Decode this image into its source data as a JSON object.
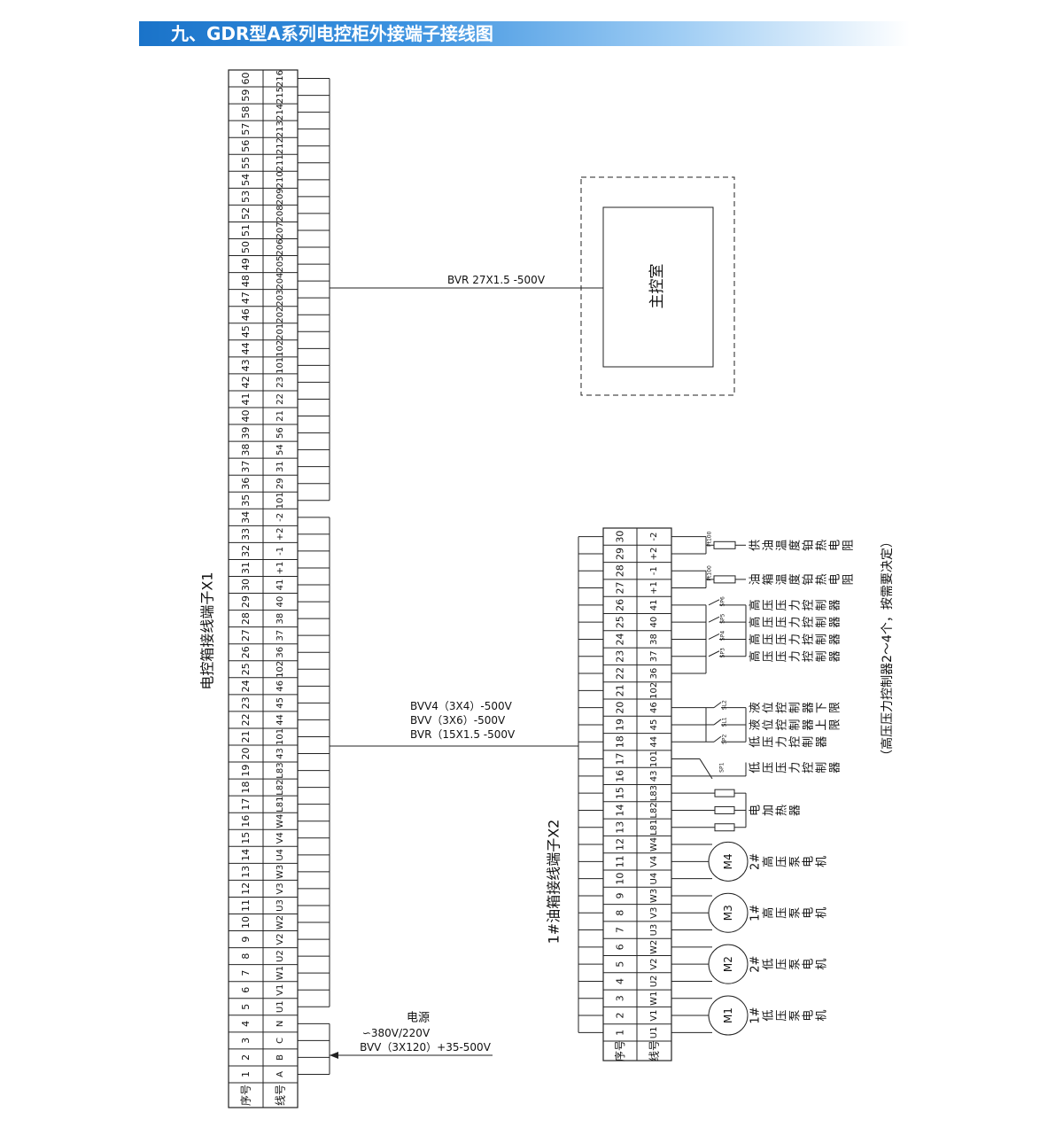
{
  "header": {
    "title": "九、GDR型A系列电控柜外接端子接线图"
  },
  "x1": {
    "title": "电控箱接线端子X1",
    "row_labels": [
      "序号",
      "线号"
    ],
    "seq": [
      "1",
      "2",
      "3",
      "4",
      "5",
      "6",
      "7",
      "8",
      "9",
      "10",
      "11",
      "12",
      "13",
      "14",
      "15",
      "16",
      "17",
      "18",
      "19",
      "20",
      "21",
      "22",
      "23",
      "24",
      "25",
      "26",
      "27",
      "28",
      "29",
      "30",
      "31",
      "32",
      "33",
      "34",
      "35",
      "36",
      "37",
      "38",
      "39",
      "40",
      "41",
      "42",
      "43",
      "44",
      "45",
      "46",
      "47",
      "48",
      "49",
      "50",
      "51",
      "52",
      "53",
      "54",
      "55",
      "56",
      "57",
      "58",
      "59",
      "60"
    ],
    "wire": [
      "A",
      "B",
      "C",
      "N",
      "U1",
      "V1",
      "W1",
      "U2",
      "V2",
      "W2",
      "U3",
      "V3",
      "W3",
      "U4",
      "V4",
      "W4",
      "L81",
      "L82",
      "L83",
      "43",
      "101",
      "44",
      "45",
      "46",
      "102",
      "36",
      "37",
      "38",
      "40",
      "41",
      "+1",
      "-1",
      "+2",
      "-2",
      "101",
      "29",
      "31",
      "54",
      "56",
      "21",
      "22",
      "23",
      "101",
      "102",
      "201",
      "202",
      "203",
      "204",
      "205",
      "206",
      "207",
      "208",
      "209",
      "210",
      "211",
      "212",
      "213",
      "214",
      "215",
      "216"
    ]
  },
  "x2": {
    "title": "1#油箱接线端子X2",
    "row_labels": [
      "序号",
      "线号"
    ],
    "seq": [
      "1",
      "2",
      "3",
      "4",
      "5",
      "6",
      "7",
      "8",
      "9",
      "10",
      "11",
      "12",
      "13",
      "14",
      "15",
      "16",
      "17",
      "18",
      "19",
      "20",
      "21",
      "22",
      "23",
      "24",
      "25",
      "26",
      "27",
      "28",
      "29",
      "30"
    ],
    "wire": [
      "U1",
      "V1",
      "W1",
      "U2",
      "V2",
      "W2",
      "U3",
      "V3",
      "W3",
      "U4",
      "V4",
      "W4",
      "L81",
      "L82",
      "L83",
      "43",
      "101",
      "44",
      "45",
      "46",
      "102",
      "36",
      "37",
      "38",
      "40",
      "41",
      "+1",
      "-1",
      "+2",
      "-2"
    ]
  },
  "main_control": {
    "label": "主控室",
    "cable": "BVR  27X1.5  -500V"
  },
  "power": {
    "lines": [
      "电源",
      "∽380V/220V",
      "BVV（3X120）+35-500V"
    ]
  },
  "cable_x2": {
    "lines": [
      "BVV4（3X4）-500V",
      "BVV（3X6）-500V",
      "BVR（15X1.5  -500V"
    ]
  },
  "motors": [
    {
      "id": "M1",
      "text": [
        "1#",
        "低",
        "压",
        "泵",
        "电",
        "机"
      ]
    },
    {
      "id": "M2",
      "text": [
        "2#",
        "低",
        "压",
        "泵",
        "电",
        "机"
      ]
    },
    {
      "id": "M3",
      "text": [
        "1#",
        "高",
        "压",
        "泵",
        "电",
        "机"
      ]
    },
    {
      "id": "M4",
      "text": [
        "2#",
        "高",
        "压",
        "泵",
        "电",
        "机"
      ]
    }
  ],
  "heater": {
    "text": [
      "电",
      "加",
      "热",
      "器"
    ]
  },
  "switches": [
    "SP1",
    "SP2",
    "SL1",
    "SL2",
    "SP3",
    "SP4",
    "SP5",
    "SP6"
  ],
  "sensors": [
    "Pt100",
    "Pt100"
  ],
  "device_labels": {
    "sp1": [
      "低",
      "压",
      "压",
      "力",
      "控",
      "制",
      "器"
    ],
    "sp2": [
      "低",
      "压",
      "力",
      "控",
      "制",
      "器"
    ],
    "sl1": [
      "液",
      "位",
      "控",
      "制",
      "器",
      "上",
      "限"
    ],
    "sl2": [
      "液",
      "位",
      "控",
      "制",
      "器",
      "下",
      "限"
    ],
    "sp3": [
      "高",
      "压",
      "压",
      "力",
      "控",
      "制",
      "器"
    ],
    "sp4": [
      "高",
      "压",
      "压",
      "力",
      "控",
      "制",
      "器"
    ],
    "sp5": [
      "高",
      "压",
      "压",
      "力",
      "控",
      "制",
      "器"
    ],
    "sp6": [
      "高",
      "压",
      "压",
      "力",
      "控",
      "制",
      "器"
    ],
    "pt_tank": [
      "油",
      "箱",
      "温",
      "度",
      "铂",
      "热",
      "电",
      "阻"
    ],
    "pt_supply": [
      "供",
      "油",
      "温",
      "度",
      "铂",
      "热",
      "电",
      "阻"
    ]
  },
  "note": "（高压压力控制器2～4个，按需要决定）"
}
